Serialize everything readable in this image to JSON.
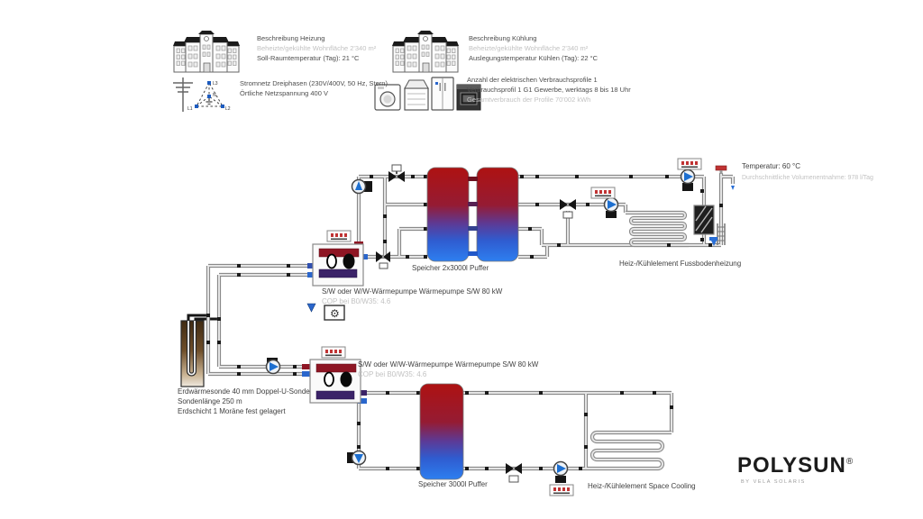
{
  "header": {
    "heating": {
      "title": "Beschreibung Heizung",
      "area": "Beheizte/gekühlte Wohnfläche 2'340 m²",
      "setpoint": "Soll-Raumtemperatur (Tag): 21 °C"
    },
    "grid": {
      "line1": "Stromnetz Dreiphasen (230V/400V, 50 Hz, Stern)",
      "line2": "Örtliche Netzspannung 400 V",
      "phases": [
        "L3",
        "N",
        "L1",
        "L2"
      ]
    },
    "cooling": {
      "title": "Beschreibung Kühlung",
      "area": "Beheizte/gekühlte Wohnfläche 2'340 m²",
      "setpoint": "Auslegungstemperatur Kühlen (Tag): 22 °C"
    },
    "profiles": {
      "line1": "Anzahl der elektrischen Verbrauchsprofile 1",
      "line2": "Verbrauchsprofil 1 G1 Gewerbe, werktags 8 bis 18 Uhr",
      "line3": "Gesamtverbrauch der Profile 70'002 kWh"
    }
  },
  "diagram": {
    "tank_top_label": "Speicher 2x3000l Puffer",
    "hp_top_label": "S/W oder W/W-Wärmepumpe Wärmepumpe S/W 80 kW",
    "hp_top_cop": "COP bei B0/W35: 4.6",
    "tap_temperature": "Temperatur: 60 °C",
    "tap_volume": "Durchschnittliche Volumenentnahme: 978 l/Tag",
    "floor_heating_label": "Heiz-/Kühlelement Fussbodenheizung",
    "probe_line1": "Erdwärmesonde 40 mm Doppel-U-Sonde",
    "probe_line2": "Sondenlänge 250 m",
    "probe_line3": "Erdschicht 1 Moräne fest gelagert",
    "hp_bottom_label": "S/W oder W/W-Wärmepumpe Wärmepumpe S/W 80 kW",
    "hp_bottom_cop": "COP bei B0/W35: 4.6",
    "tank_bottom_label": "Speicher 3000l Puffer",
    "space_cooling_label": "Heiz-/Kühlelement Space Cooling"
  },
  "icons": {
    "gear": "⚙"
  },
  "branding": {
    "logo": "POLYSUN",
    "registered": "®",
    "tagline": "BY VELA SOLARIS"
  },
  "colors": {
    "tank_hot": "#b01313",
    "tank_cold": "#2e7ff0",
    "pump_blue": "#1d6fd0",
    "valve_red": "#c03333",
    "probe_brown": "#6e4e2a"
  }
}
